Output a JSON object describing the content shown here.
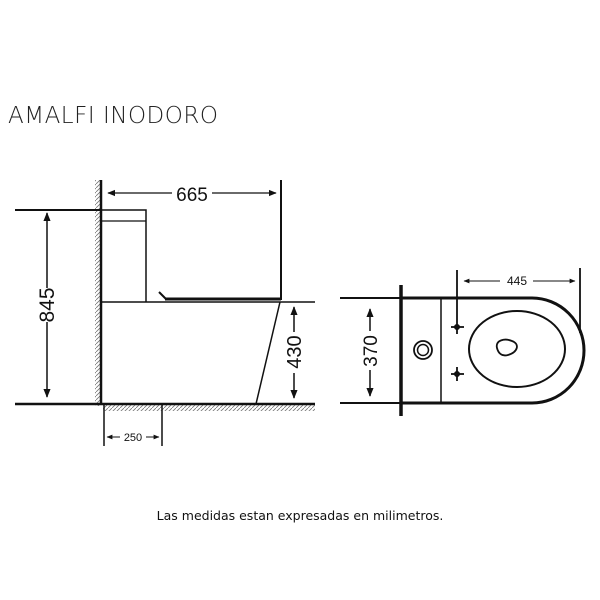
{
  "title": "AMALFI INODORO",
  "caption": "Las medidas estan expresadas en milimetros.",
  "side_view": {
    "depth_label": "665",
    "total_height_label": "845",
    "seat_height_label": "430",
    "outlet_distance_label": "250"
  },
  "top_view": {
    "bowl_length_label": "445",
    "width_label": "370"
  }
}
